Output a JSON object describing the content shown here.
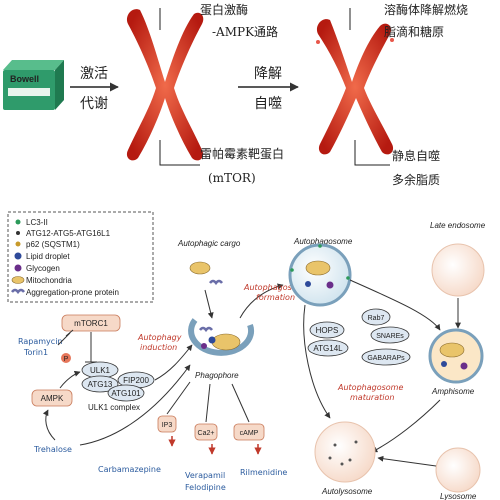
{
  "top": {
    "product_label": "Bowell",
    "left_arrow_label_top": "激活",
    "left_arrow_label_bottom": "代谢",
    "upper_annot_line1": "蛋白激酶",
    "upper_annot_line2": "-AMPK通路",
    "lower_annot_line1": "雷帕霉素靶蛋白",
    "lower_annot_line2": "(mTOR)",
    "right_arrow_label_top": "降解",
    "right_arrow_label_bottom": "自噬",
    "right_upper_line1": "溶酶体降解燃烧",
    "right_upper_line2": "脂滴和糖原",
    "right_lower_line1": "静息自噬",
    "right_lower_line2": "多余脂质"
  },
  "legend": {
    "items": [
      "LC3-II",
      "ATG12-ATG5-ATG16L1",
      "p62 (SQSTM1)",
      "Lipid droplet",
      "Glycogen",
      "Mitochondria",
      "Aggregation-prone protein"
    ]
  },
  "diagram": {
    "autophagic_cargo": "Autophagic cargo",
    "autophagosome": "Autophagosome",
    "late_endosome": "Late endosome",
    "autophagosome_formation_1": "Autophagosome",
    "autophagosome_formation_2": "formation",
    "autophagy_induction_1": "Autophagy",
    "autophagy_induction_2": "induction",
    "phagophore": "Phagophore",
    "mtorc1": "mTORC1",
    "rapamycin": "Rapamycin",
    "torin1": "Torin1",
    "p": "P",
    "ulk1": "ULK1",
    "atg13": "ATG13",
    "fip200": "FIP200",
    "atg101": "ATG101",
    "ulk1_complex": "ULK1 complex",
    "ampk": "AMPK",
    "trehalose": "Trehalose",
    "ip3": "IP3",
    "ca": "Ca2+",
    "camp": "cAMP",
    "carbamazepine": "Carbamazepine",
    "verapamil": "Verapamil",
    "felodipine": "Felodipine",
    "rilmenidine": "Rilmenidine",
    "hops": "HOPS",
    "rab7": "Rab7",
    "snares": "SNAREs",
    "atg14l": "ATG14L",
    "gabaraps": "GABARAPs",
    "maturation_1": "Autophagosome",
    "maturation_2": "maturation",
    "amphisome": "Amphisome",
    "autolysosome": "Autolysosome",
    "lysosome": "Lysosome"
  }
}
